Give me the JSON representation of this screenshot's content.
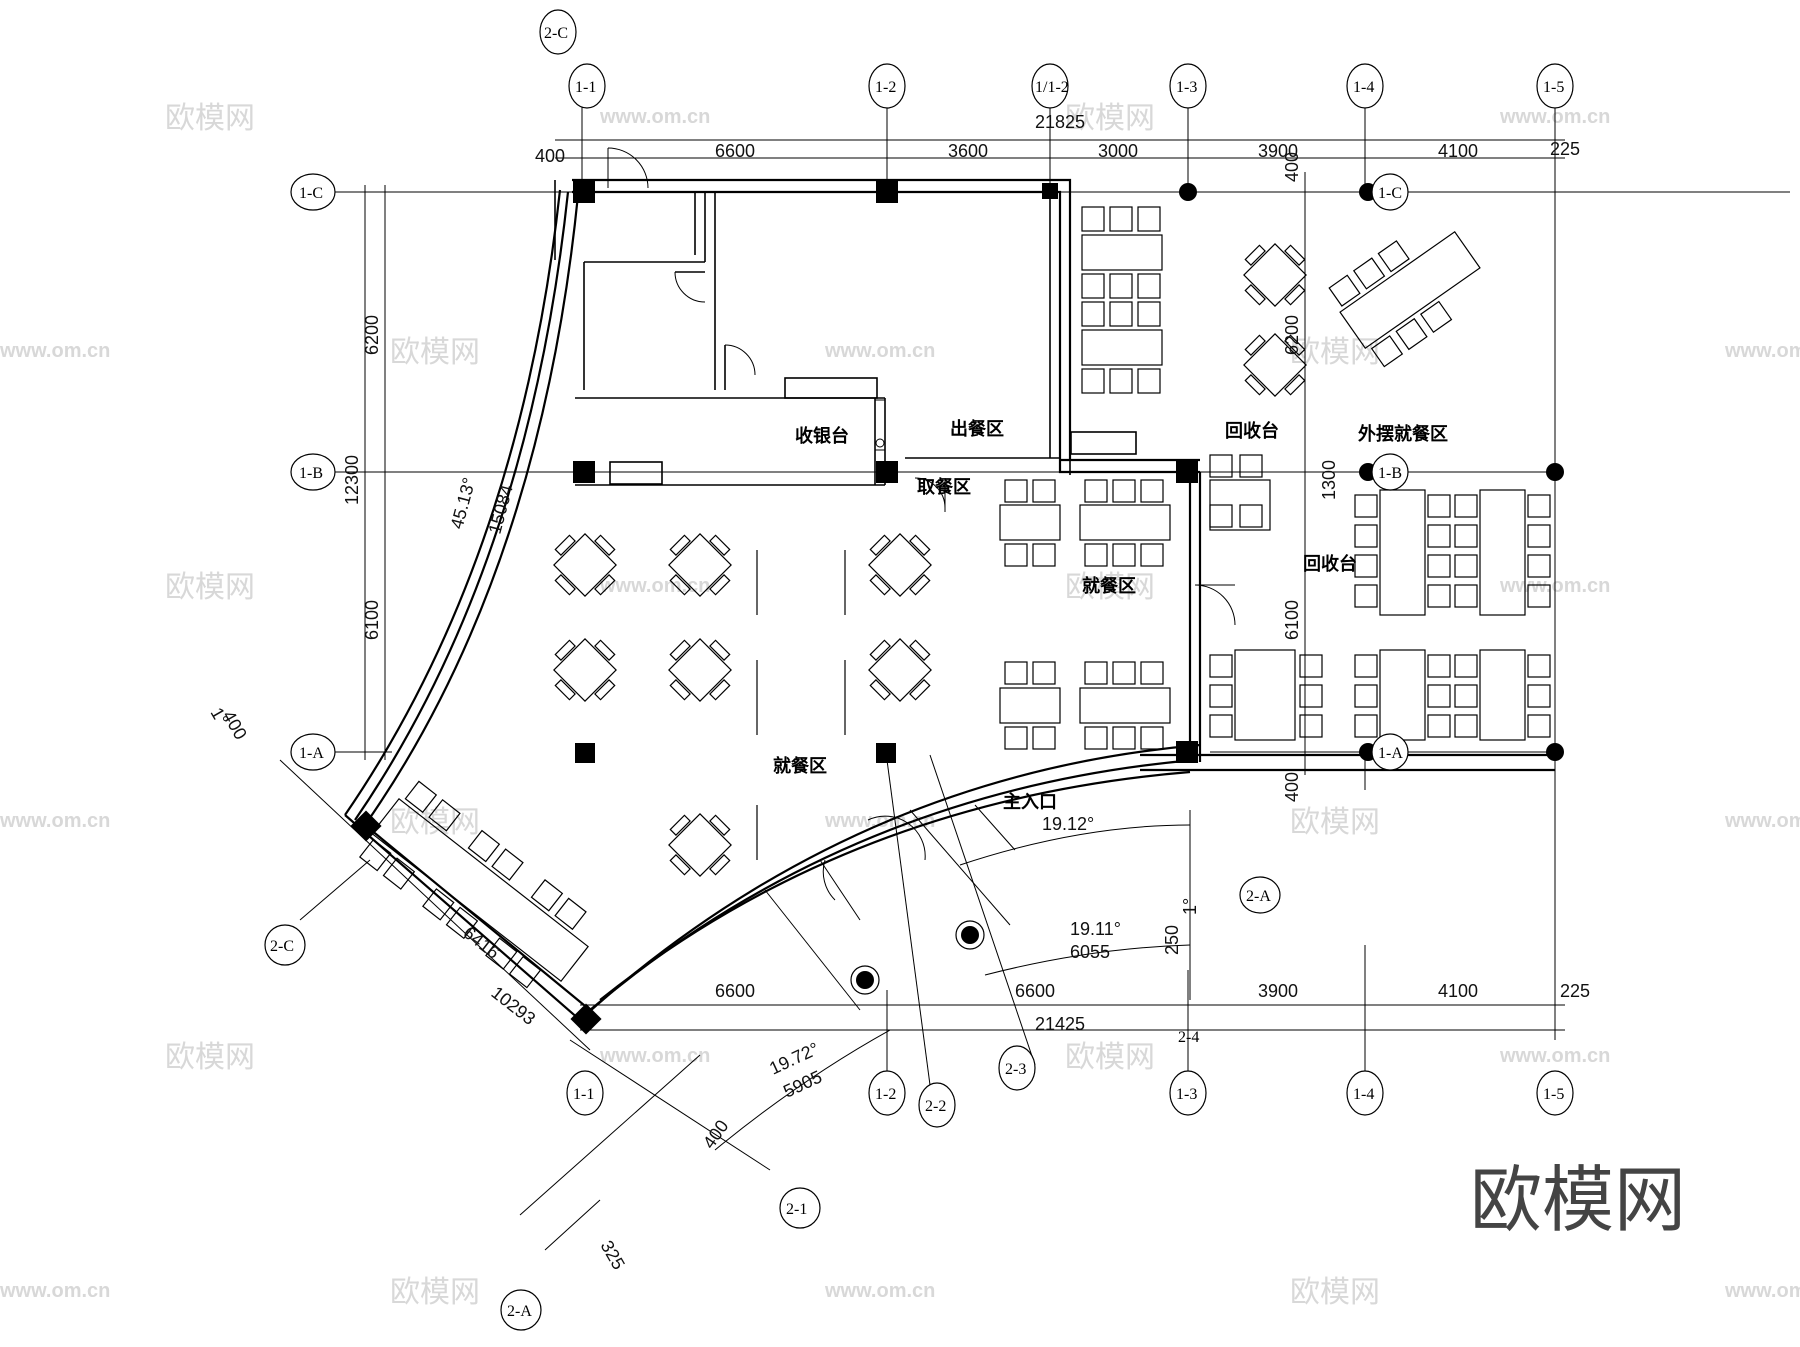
{
  "axes": {
    "top": [
      "1-1",
      "1-2",
      "1/1-2",
      "1-3",
      "1-4",
      "1-5"
    ],
    "bottom": [
      "1-1",
      "1-2",
      "2-2",
      "2-3",
      "2-4",
      "1-3",
      "1-4",
      "1-5"
    ],
    "left": [
      "1-C",
      "1-B",
      "1-A"
    ],
    "right": [
      "1-C",
      "1-B",
      "1-A"
    ],
    "diagonal": [
      "2-C",
      "2-C",
      "2-A",
      "2-A",
      "2-1"
    ]
  },
  "dimensions": {
    "top_total": "21825",
    "top_segments": [
      "400",
      "6600",
      "3600",
      "3000",
      "3900",
      "4100",
      "225"
    ],
    "left_total": "12300",
    "left_segments": [
      "6200",
      "6100"
    ],
    "right_segments": [
      "400",
      "6200",
      "1300",
      "6100",
      "400"
    ],
    "bottom_total": "21425",
    "bottom_segments": [
      "6600",
      "6600",
      "3900",
      "4100",
      "225"
    ],
    "arc_dims": [
      "45.13°",
      "15084",
      "19.12°",
      "19.11°",
      "6055",
      "19.72°",
      "5905",
      "1°",
      "400",
      "6416",
      "10293",
      "400",
      "325",
      "250",
      "1°"
    ]
  },
  "rooms": {
    "cashier": "收银台",
    "serving": "出餐区",
    "pickup": "取餐区",
    "dining_main": "就餐区",
    "dining_mid": "就餐区",
    "recycle_top": "回收台",
    "recycle_right": "回收台",
    "outdoor": "外摆就餐区",
    "entrance": "主入口"
  },
  "watermark": {
    "brand": "欧模网",
    "url": "www.om.cn",
    "tile": "欧模网"
  },
  "colors": {
    "line": "#000000",
    "watermark": "#d8d8d8"
  }
}
